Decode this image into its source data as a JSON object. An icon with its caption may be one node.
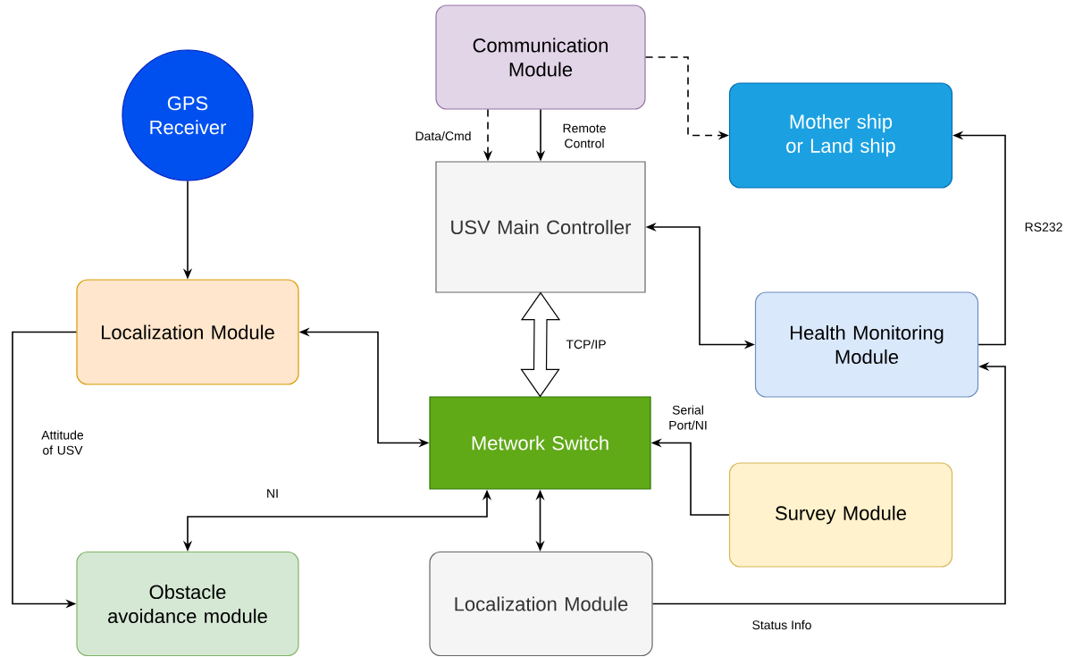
{
  "diagram": {
    "nodes": [
      {
        "text": [
          "GPS Receiver"
        ]
      },
      {
        "text": [
          "Communication Module"
        ]
      },
      {
        "text": [
          "Mother ship or Land ship"
        ]
      },
      {
        "text": [
          "USV Main Controller"
        ]
      },
      {
        "text": [
          "Localization Module"
        ]
      },
      {
        "text": [
          "Health Monitoring Module"
        ]
      },
      {
        "text": [
          "Metwork Switch"
        ]
      },
      {
        "text": [
          "Survey Module"
        ]
      },
      {
        "text": [
          "Obstacle avoidance module"
        ]
      },
      {
        "text": [
          "Localization Module"
        ]
      }
    ],
    "edges": [
      {
        "from": 0,
        "to": 4,
        "arrow": "to"
      },
      {
        "from": 1,
        "to": 3,
        "arrow": "to",
        "style": "dashed",
        "label": "Data/Cmd"
      },
      {
        "from": 1,
        "to": 3,
        "arrow": "to",
        "label": "Remote Control"
      },
      {
        "from": 1,
        "to": 2,
        "arrow": "to",
        "style": "dashed"
      },
      {
        "from": 3,
        "to": 5,
        "arrow": "both"
      },
      {
        "from": 3,
        "to": 6,
        "arrow": "both",
        "style": "thick",
        "label": "TCP/IP"
      },
      {
        "from": 5,
        "to": 2,
        "arrow": "to",
        "label": "RS232"
      },
      {
        "from": 4,
        "to": 6,
        "arrow": "both"
      },
      {
        "from": 4,
        "to": 8,
        "arrow": "to",
        "label": "Attitude of USV"
      },
      {
        "from": 6,
        "to": 8,
        "arrow": "both",
        "label": "NI"
      },
      {
        "from": 6,
        "to": 9,
        "arrow": "both"
      },
      {
        "from": 7,
        "to": 6,
        "arrow": "to",
        "label": "Serial Port/NI"
      },
      {
        "from": 9,
        "to": 5,
        "arrow": "to",
        "label": "Status Info"
      }
    ]
  }
}
